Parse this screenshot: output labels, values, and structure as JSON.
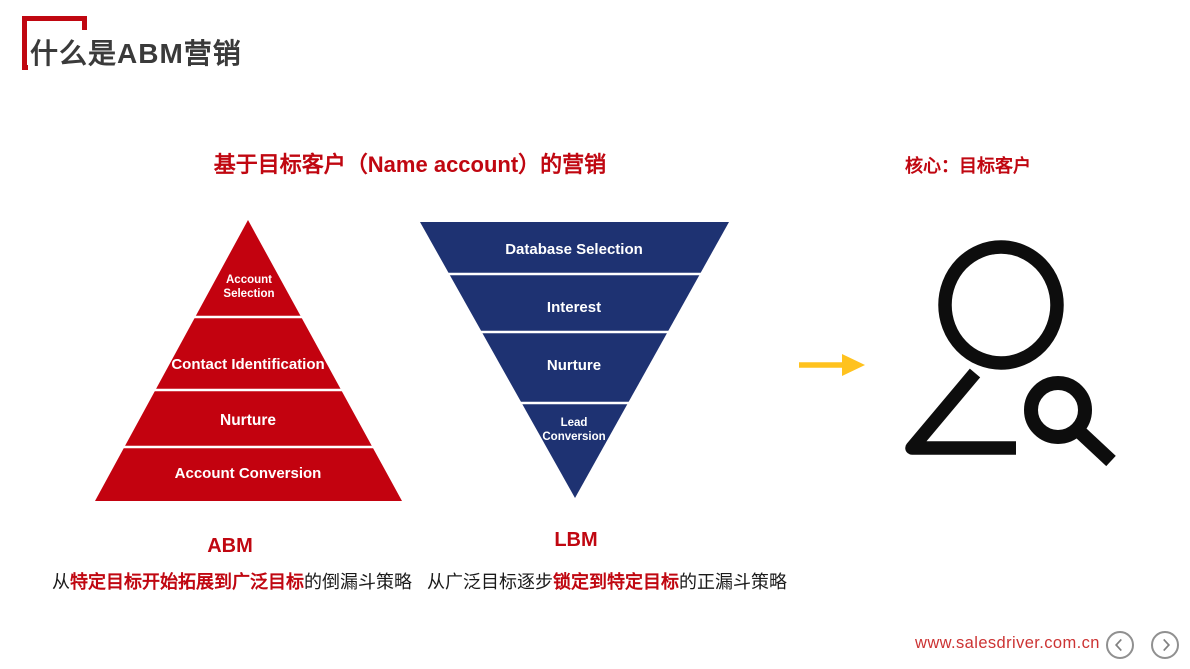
{
  "slide": {
    "title": "什么是ABM营销",
    "subtitle": "基于目标客户（Name account）的营销",
    "core_label": "核心：目标客户"
  },
  "funnels": {
    "abm": {
      "name": "ABM",
      "direction": "pyramid-up",
      "color": "#c3020f",
      "layers": [
        "Account Selection",
        "Contact Identification",
        "Nurture",
        "Account Conversion"
      ],
      "caption": {
        "pre": "从",
        "em": "特定目标开始拓展到广泛目标",
        "post": "的倒漏斗策略"
      }
    },
    "lbm": {
      "name": "LBM",
      "direction": "funnel-down",
      "color": "#1e3272",
      "layers": [
        "Database Selection",
        "Interest",
        "Nurture",
        "Lead Conversion"
      ],
      "caption": {
        "pre": "从广泛目标逐步",
        "em": "锁定到特定目标",
        "post": "的正漏斗策略"
      }
    }
  },
  "icons": {
    "arrow": {
      "name": "right-arrow",
      "color": "#ffc21e"
    },
    "person_search": {
      "name": "person-search",
      "color": "#0d0d0d"
    },
    "prev": "chevron-left",
    "next": "chevron-right"
  },
  "footer": {
    "url": "www.salesdriver.com.cn"
  },
  "colors": {
    "accent_red": "#c00711",
    "funnel_red": "#c3020f",
    "funnel_blue": "#1e3272",
    "arrow_yellow": "#ffc21e",
    "url_red": "#cc3333"
  }
}
